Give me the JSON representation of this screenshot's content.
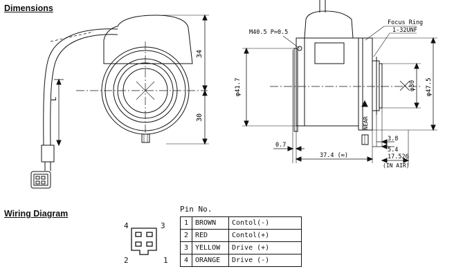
{
  "sections": {
    "dimensions_title": "Dimensions",
    "wiring_title": "Wiring Diagram"
  },
  "front_view": {
    "dim_upper": "34",
    "dim_lower": "30",
    "dim_cable": "L"
  },
  "side_view": {
    "thread_label": "M40.5 P=0.5",
    "focus_ring_label": "Focus Ring",
    "mount_label": "1-32UNF",
    "dia_body": "φ41.7",
    "dia_inner": "φ30",
    "dia_ring": "φ47.5",
    "near_label": "NEAR",
    "dim_0_7": "0.7",
    "dim_length": "37.4 (∞)",
    "dim_3_8": "3.8",
    "dim_5_4": "5.4",
    "dim_flange": "17.526",
    "dim_flange_note": "(IN AIR)"
  },
  "wiring": {
    "pin_no_label": "Pin No.",
    "connector_pins": [
      "4",
      "3",
      "2",
      "1"
    ],
    "pins": [
      {
        "num": "1",
        "color": "BROWN",
        "func": "Contol(-)"
      },
      {
        "num": "2",
        "color": "RED",
        "func": "Contol(+)"
      },
      {
        "num": "3",
        "color": "YELLOW",
        "func": "Drive  (+)"
      },
      {
        "num": "4",
        "color": "ORANGE",
        "func": "Drive  (-)"
      }
    ]
  }
}
